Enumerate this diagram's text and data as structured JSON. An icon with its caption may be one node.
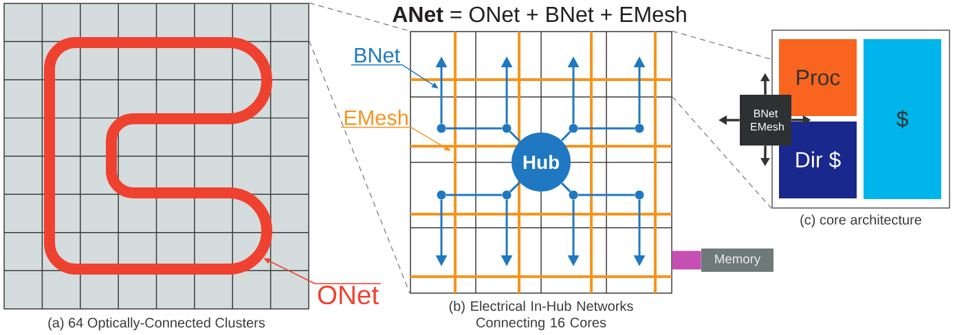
{
  "diagram": {
    "title": "**ANet** = ONet + BNet + EMesh",
    "nodes": [
      {
        "text": [],
        "shape": "box",
        "beside": [
          "(a) 64 Optically-Connected Clusters"
        ]
      },
      {
        "text": [],
        "shape": "loop",
        "in": 0
      },
      {
        "text": [
          "ONet"
        ]
      },
      {
        "text": [
          "BNet"
        ]
      },
      {
        "text": [
          "EMesh"
        ]
      },
      {
        "text": [],
        "shape": "box",
        "beside": [
          "(b) Electrical In-Hub Networks Connecting 16 Cores"
        ]
      },
      {
        "text": [
          "Hub"
        ],
        "in": 5
      },
      {
        "text": [],
        "shape": "circle",
        "in": 5
      },
      {
        "text": [],
        "shape": "circle",
        "in": 5
      },
      {
        "text": [],
        "shape": "circle",
        "in": 5
      },
      {
        "text": [],
        "shape": "circle",
        "in": 5
      },
      {
        "text": [],
        "shape": "circle",
        "in": 5
      },
      {
        "text": [],
        "shape": "circle",
        "in": 5
      },
      {
        "text": [],
        "shape": "circle",
        "in": 5
      },
      {
        "text": [],
        "shape": "circle",
        "in": 5
      },
      {
        "text": [
          "Memory"
        ]
      },
      {
        "text": [],
        "shape": "box",
        "beside": [
          "(c) core architecture"
        ]
      },
      {
        "text": [
          "Proc"
        ],
        "in": 16
      },
      {
        "text": [
          "Dir $"
        ],
        "in": 16
      },
      {
        "text": [
          "$"
        ],
        "in": 16
      },
      {
        "text": [
          "BNet EMesh"
        ]
      }
    ],
    "edges": [
      {
        "from": 0,
        "to": 5,
        "arrow": "none",
        "style": "dashed",
        "color": "#8c8c8c"
      },
      {
        "from": 0,
        "to": 5,
        "arrow": "none",
        "style": "dashed",
        "color": "#8c8c8c"
      },
      {
        "from": 5,
        "to": 16,
        "arrow": "none",
        "style": "dashed",
        "color": "#8c8c8c"
      },
      {
        "from": 5,
        "to": 16,
        "arrow": "none",
        "style": "dashed",
        "color": "#8c8c8c"
      },
      {
        "from": 2,
        "to": 1,
        "arrow": "to",
        "color": "#ef4130"
      },
      {
        "from": 3,
        "to": null,
        "arrow": "to"
      },
      {
        "from": 4,
        "to": null,
        "arrow": "to",
        "color": "#f7941d"
      },
      {
        "from": 7,
        "to": 8,
        "arrow": "none"
      },
      {
        "from": 6,
        "to": 8,
        "arrow": "none"
      },
      {
        "from": 6,
        "to": 9,
        "arrow": "none"
      },
      {
        "from": 9,
        "to": 10,
        "arrow": "none"
      },
      {
        "from": 7,
        "to": null,
        "arrow": "to"
      },
      {
        "from": 8,
        "to": null,
        "arrow": "to"
      },
      {
        "from": 9,
        "to": null,
        "arrow": "to"
      },
      {
        "from": 10,
        "to": null,
        "arrow": "to"
      },
      {
        "from": 11,
        "to": 12,
        "arrow": "none"
      },
      {
        "from": 6,
        "to": 12,
        "arrow": "none"
      },
      {
        "from": 6,
        "to": 13,
        "arrow": "none"
      },
      {
        "from": 13,
        "to": 14,
        "arrow": "none"
      },
      {
        "from": 11,
        "to": null,
        "arrow": "to"
      },
      {
        "from": 12,
        "to": null,
        "arrow": "to"
      },
      {
        "from": 13,
        "to": null,
        "arrow": "to"
      },
      {
        "from": 14,
        "to": null,
        "arrow": "to"
      },
      {
        "from": 5,
        "to": 15,
        "arrow": "none",
        "style": "thick",
        "color": "#c54fb2"
      },
      {
        "from": 20,
        "to": 16,
        "arrow": "to",
        "color": "#333333"
      },
      {
        "from": 20,
        "to": null,
        "arrow": "to",
        "color": "#333333"
      },
      {
        "from": 20,
        "to": 18,
        "arrow": "to",
        "color": "#333333"
      },
      {
        "from": 20,
        "to": 16,
        "arrow": "to",
        "color": "#333333"
      }
    ]
  }
}
